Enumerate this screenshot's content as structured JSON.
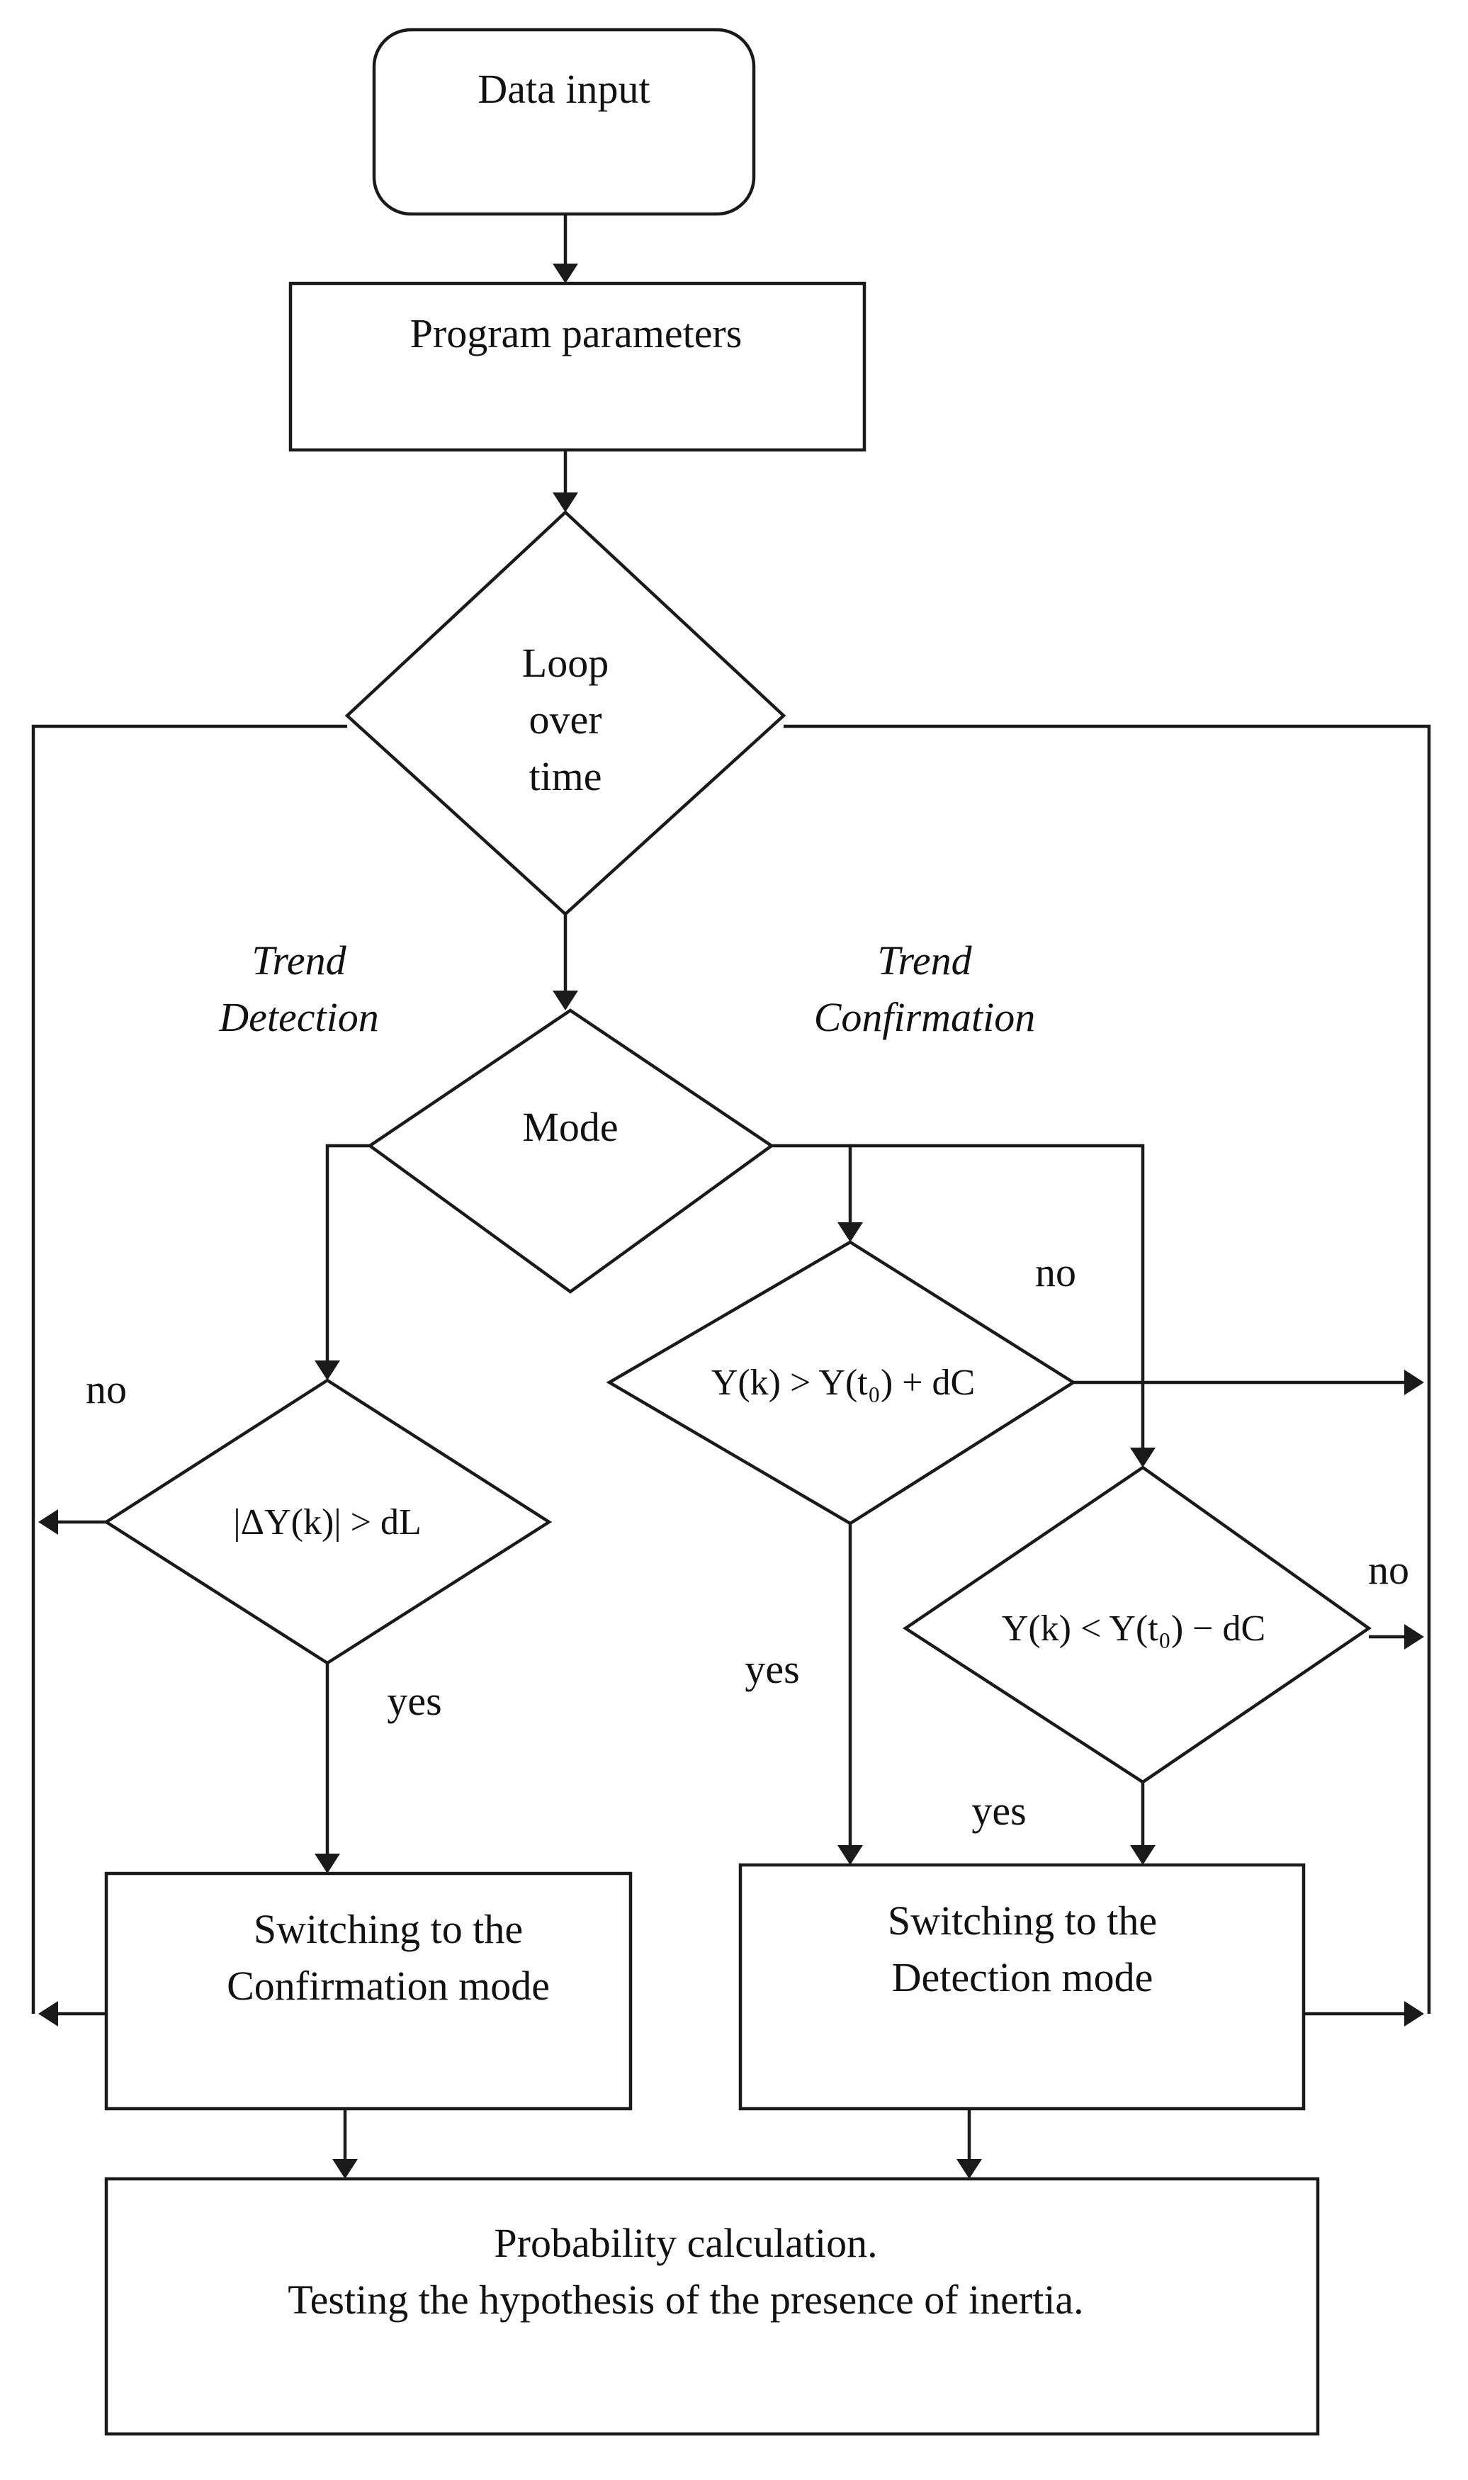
{
  "nodes": {
    "data_input": "Data input",
    "program_parameters": "Program parameters",
    "loop": [
      "Loop",
      "over",
      "time"
    ],
    "mode": "Mode",
    "cond_delta": "|ΔY(k)| > dL",
    "cond_greater": "Y(k) > Y(t₀) + dC",
    "cond_less": "Y(k) < Y(t₀) − dC",
    "switch_confirmation": [
      "Switching to the",
      "Confirmation mode"
    ],
    "switch_detection": [
      "Switching to the",
      "Detection mode"
    ],
    "probability": [
      "Probability calculation.",
      "Testing the hypothesis of the presence of inertia."
    ]
  },
  "branches": {
    "trend_detection": [
      "Trend",
      "Detection"
    ],
    "trend_confirmation": [
      "Trend",
      "Confirmation"
    ]
  },
  "edge_labels": {
    "no_delta": "no",
    "yes_delta": "yes",
    "no_greater": "no",
    "yes_greater": "yes",
    "no_less": "no",
    "yes_less": "yes"
  }
}
